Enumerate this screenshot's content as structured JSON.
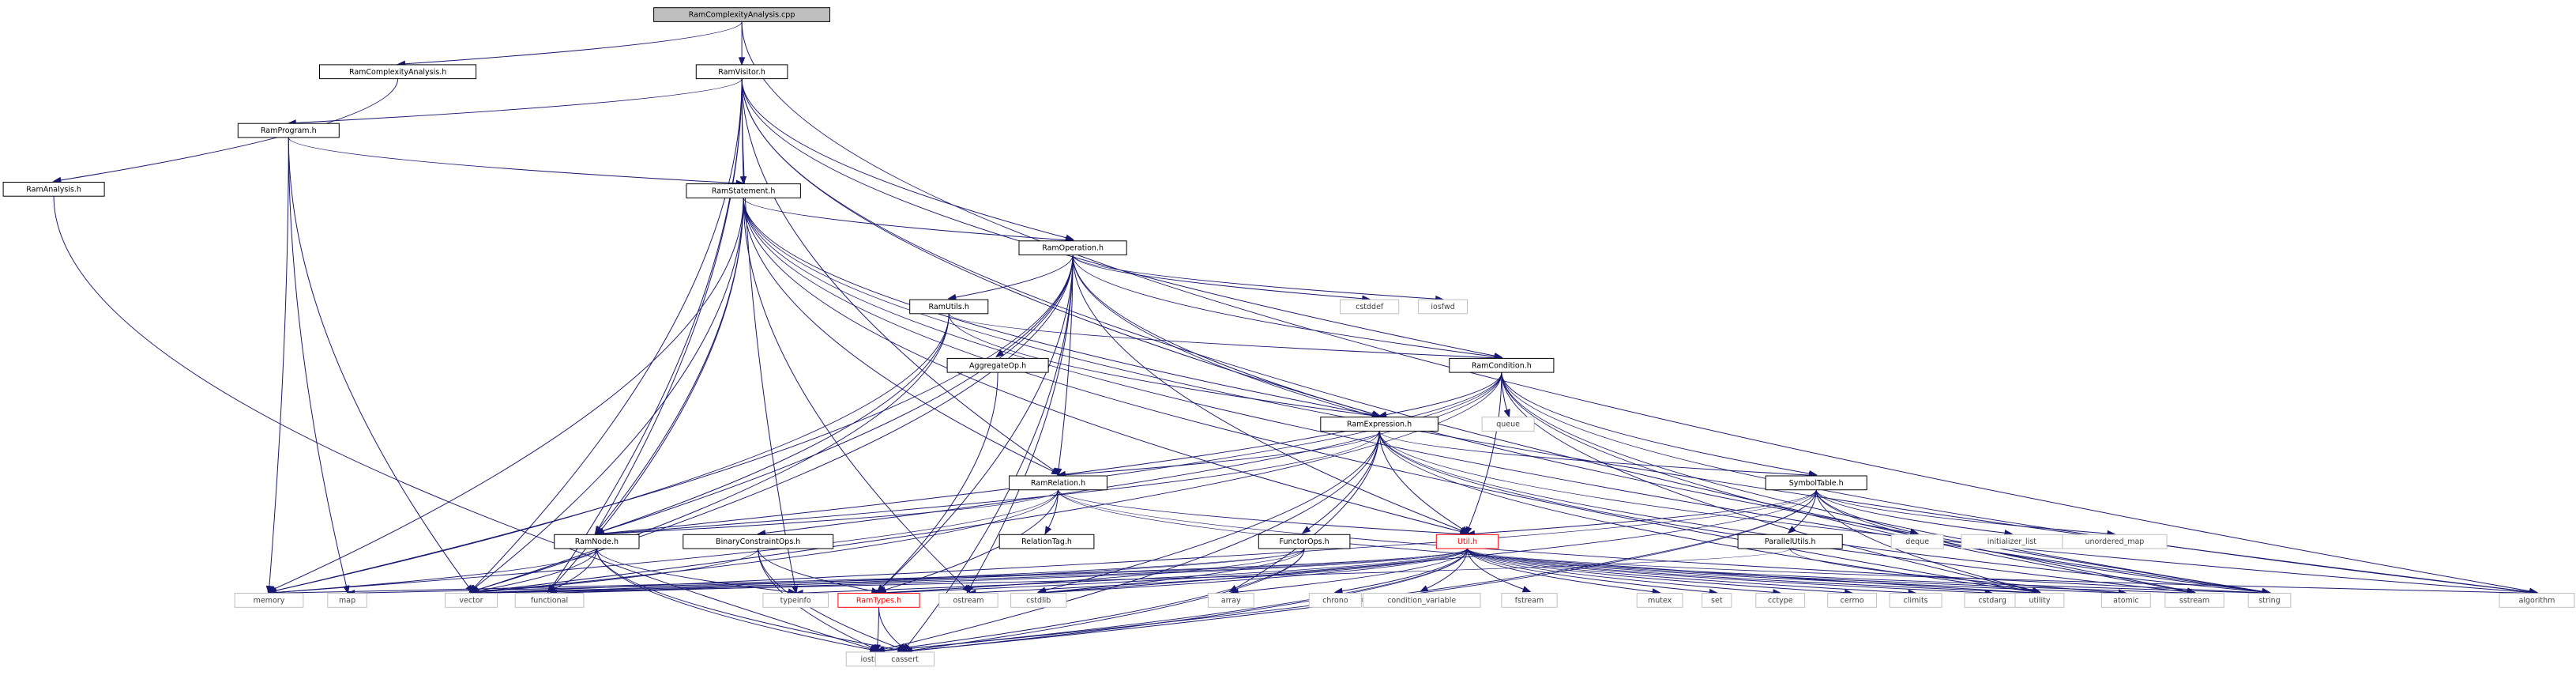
{
  "diagram": {
    "type": "include-dependency-graph",
    "colors": {
      "edge": "#191970",
      "root_fill": "#bfbfbf",
      "file_stroke": "#000000",
      "external_stroke": "#bfbfbf",
      "external_text": "#404040",
      "truncated_stroke": "#ff0000",
      "truncated_text": "#ff0000"
    },
    "nodes": [
      {
        "id": "RamComplexityAnalysis.cpp",
        "label": "RamComplexityAnalysis.cpp",
        "kind": "root"
      },
      {
        "id": "RamComplexityAnalysis.h",
        "label": "RamComplexityAnalysis.h",
        "kind": "file"
      },
      {
        "id": "RamVisitor.h",
        "label": "RamVisitor.h",
        "kind": "file"
      },
      {
        "id": "RamAnalysis.h",
        "label": "RamAnalysis.h",
        "kind": "file"
      },
      {
        "id": "RamProgram.h",
        "label": "RamProgram.h",
        "kind": "file"
      },
      {
        "id": "RamStatement.h",
        "label": "RamStatement.h",
        "kind": "file"
      },
      {
        "id": "RamOperation.h",
        "label": "RamOperation.h",
        "kind": "file"
      },
      {
        "id": "RamUtils.h",
        "label": "RamUtils.h",
        "kind": "file"
      },
      {
        "id": "cstddef",
        "label": "cstddef",
        "kind": "external"
      },
      {
        "id": "iosfwd",
        "label": "iosfwd",
        "kind": "external"
      },
      {
        "id": "AggregateOp.h",
        "label": "AggregateOp.h",
        "kind": "file"
      },
      {
        "id": "RamCondition.h",
        "label": "RamCondition.h",
        "kind": "file"
      },
      {
        "id": "queue",
        "label": "queue",
        "kind": "external"
      },
      {
        "id": "RamExpression.h",
        "label": "RamExpression.h",
        "kind": "file"
      },
      {
        "id": "RamRelation.h",
        "label": "RamRelation.h",
        "kind": "file"
      },
      {
        "id": "SymbolTable.h",
        "label": "SymbolTable.h",
        "kind": "file"
      },
      {
        "id": "RamNode.h",
        "label": "RamNode.h",
        "kind": "file"
      },
      {
        "id": "BinaryConstraintOps.h",
        "label": "BinaryConstraintOps.h",
        "kind": "file"
      },
      {
        "id": "RelationTag.h",
        "label": "RelationTag.h",
        "kind": "file"
      },
      {
        "id": "FunctorOps.h",
        "label": "FunctorOps.h",
        "kind": "file"
      },
      {
        "id": "Util.h",
        "label": "Util.h",
        "kind": "truncated"
      },
      {
        "id": "ParallelUtils.h",
        "label": "ParallelUtils.h",
        "kind": "file"
      },
      {
        "id": "deque",
        "label": "deque",
        "kind": "external"
      },
      {
        "id": "initializer_list",
        "label": "initializer_list",
        "kind": "external"
      },
      {
        "id": "unordered_map",
        "label": "unordered_map",
        "kind": "external"
      },
      {
        "id": "memory",
        "label": "memory",
        "kind": "external"
      },
      {
        "id": "map",
        "label": "map",
        "kind": "external"
      },
      {
        "id": "vector",
        "label": "vector",
        "kind": "external"
      },
      {
        "id": "functional",
        "label": "functional",
        "kind": "external"
      },
      {
        "id": "typeinfo",
        "label": "typeinfo",
        "kind": "external"
      },
      {
        "id": "RamTypes.h",
        "label": "RamTypes.h",
        "kind": "truncated"
      },
      {
        "id": "ostream",
        "label": "ostream",
        "kind": "external"
      },
      {
        "id": "cstdlib",
        "label": "cstdlib",
        "kind": "external"
      },
      {
        "id": "array",
        "label": "array",
        "kind": "external"
      },
      {
        "id": "chrono",
        "label": "chrono",
        "kind": "external"
      },
      {
        "id": "condition_variable",
        "label": "condition_variable",
        "kind": "external"
      },
      {
        "id": "fstream",
        "label": "fstream",
        "kind": "external"
      },
      {
        "id": "mutex",
        "label": "mutex",
        "kind": "external"
      },
      {
        "id": "set",
        "label": "set",
        "kind": "external"
      },
      {
        "id": "cctype",
        "label": "cctype",
        "kind": "external"
      },
      {
        "id": "cermo",
        "label": "cermo",
        "kind": "external"
      },
      {
        "id": "climits",
        "label": "climits",
        "kind": "external"
      },
      {
        "id": "cstdarg",
        "label": "cstdarg",
        "kind": "external"
      },
      {
        "id": "utility",
        "label": "utility",
        "kind": "external"
      },
      {
        "id": "atomic",
        "label": "atomic",
        "kind": "external"
      },
      {
        "id": "sstream",
        "label": "sstream",
        "kind": "external"
      },
      {
        "id": "string",
        "label": "string",
        "kind": "external"
      },
      {
        "id": "algorithm",
        "label": "algorithm",
        "kind": "external"
      },
      {
        "id": "iostream",
        "label": "iostream",
        "kind": "external"
      },
      {
        "id": "cassert",
        "label": "cassert",
        "kind": "external"
      }
    ],
    "edges": [
      [
        "RamComplexityAnalysis.cpp",
        "RamComplexityAnalysis.h"
      ],
      [
        "RamComplexityAnalysis.cpp",
        "RamVisitor.h"
      ],
      [
        "RamComplexityAnalysis.cpp",
        "algorithm"
      ],
      [
        "RamComplexityAnalysis.h",
        "RamAnalysis.h"
      ],
      [
        "RamAnalysis.h",
        "iostream"
      ],
      [
        "RamVisitor.h",
        "RamProgram.h"
      ],
      [
        "RamVisitor.h",
        "RamStatement.h"
      ],
      [
        "RamVisitor.h",
        "RamOperation.h"
      ],
      [
        "RamVisitor.h",
        "RamCondition.h"
      ],
      [
        "RamVisitor.h",
        "RamExpression.h"
      ],
      [
        "RamVisitor.h",
        "RamRelation.h"
      ],
      [
        "RamVisitor.h",
        "RamNode.h"
      ],
      [
        "RamVisitor.h",
        "vector"
      ],
      [
        "RamVisitor.h",
        "functional"
      ],
      [
        "RamVisitor.h",
        "typeinfo"
      ],
      [
        "RamVisitor.h",
        "sstream"
      ],
      [
        "RamProgram.h",
        "RamStatement.h"
      ],
      [
        "RamProgram.h",
        "memory"
      ],
      [
        "RamProgram.h",
        "map"
      ],
      [
        "RamProgram.h",
        "vector"
      ],
      [
        "RamStatement.h",
        "RamOperation.h"
      ],
      [
        "RamStatement.h",
        "RamExpression.h"
      ],
      [
        "RamStatement.h",
        "RamRelation.h"
      ],
      [
        "RamStatement.h",
        "RamNode.h"
      ],
      [
        "RamStatement.h",
        "Util.h"
      ],
      [
        "RamStatement.h",
        "memory"
      ],
      [
        "RamStatement.h",
        "vector"
      ],
      [
        "RamStatement.h",
        "functional"
      ],
      [
        "RamStatement.h",
        "ostream"
      ],
      [
        "RamStatement.h",
        "string"
      ],
      [
        "RamStatement.h",
        "algorithm"
      ],
      [
        "RamStatement.h",
        "utility"
      ],
      [
        "RamOperation.h",
        "RamUtils.h"
      ],
      [
        "RamOperation.h",
        "AggregateOp.h"
      ],
      [
        "RamOperation.h",
        "RamCondition.h"
      ],
      [
        "RamOperation.h",
        "RamExpression.h"
      ],
      [
        "RamOperation.h",
        "RamRelation.h"
      ],
      [
        "RamOperation.h",
        "RamNode.h"
      ],
      [
        "RamOperation.h",
        "RamTypes.h"
      ],
      [
        "RamOperation.h",
        "Util.h"
      ],
      [
        "RamOperation.h",
        "cstddef"
      ],
      [
        "RamOperation.h",
        "iosfwd"
      ],
      [
        "RamOperation.h",
        "memory"
      ],
      [
        "RamOperation.h",
        "vector"
      ],
      [
        "RamOperation.h",
        "ostream"
      ],
      [
        "RamOperation.h",
        "string"
      ],
      [
        "RamOperation.h",
        "cassert"
      ],
      [
        "RamUtils.h",
        "RamCondition.h"
      ],
      [
        "RamUtils.h",
        "RamExpression.h"
      ],
      [
        "RamUtils.h",
        "RamNode.h"
      ],
      [
        "RamUtils.h",
        "memory"
      ],
      [
        "RamUtils.h",
        "vector"
      ],
      [
        "AggregateOp.h",
        "RamTypes.h"
      ],
      [
        "RamCondition.h",
        "RamExpression.h"
      ],
      [
        "RamCondition.h",
        "RamRelation.h"
      ],
      [
        "RamCondition.h",
        "SymbolTable.h"
      ],
      [
        "RamCondition.h",
        "BinaryConstraintOps.h"
      ],
      [
        "RamCondition.h",
        "RamNode.h"
      ],
      [
        "RamCondition.h",
        "Util.h"
      ],
      [
        "RamCondition.h",
        "queue"
      ],
      [
        "RamCondition.h",
        "vector"
      ],
      [
        "RamCondition.h",
        "sstream"
      ],
      [
        "RamCondition.h",
        "string"
      ],
      [
        "RamCondition.h",
        "algorithm"
      ],
      [
        "RamCondition.h",
        "utility"
      ],
      [
        "RamExpression.h",
        "RamRelation.h"
      ],
      [
        "RamExpression.h",
        "SymbolTable.h"
      ],
      [
        "RamExpression.h",
        "FunctorOps.h"
      ],
      [
        "RamExpression.h",
        "RamNode.h"
      ],
      [
        "RamExpression.h",
        "Util.h"
      ],
      [
        "RamExpression.h",
        "array"
      ],
      [
        "RamExpression.h",
        "cstdlib"
      ],
      [
        "RamExpression.h",
        "iostream"
      ],
      [
        "RamExpression.h",
        "string"
      ],
      [
        "RamExpression.h",
        "sstream"
      ],
      [
        "RamExpression.h",
        "algorithm"
      ],
      [
        "RamExpression.h",
        "utility"
      ],
      [
        "RamRelation.h",
        "RelationTag.h"
      ],
      [
        "RamRelation.h",
        "RamNode.h"
      ],
      [
        "RamRelation.h",
        "Util.h"
      ],
      [
        "RamRelation.h",
        "RamTypes.h"
      ],
      [
        "RamRelation.h",
        "vector"
      ],
      [
        "RamRelation.h",
        "memory"
      ],
      [
        "RamRelation.h",
        "string"
      ],
      [
        "RamRelation.h",
        "utility"
      ],
      [
        "SymbolTable.h",
        "ParallelUtils.h"
      ],
      [
        "SymbolTable.h",
        "Util.h"
      ],
      [
        "SymbolTable.h",
        "deque"
      ],
      [
        "SymbolTable.h",
        "initializer_list"
      ],
      [
        "SymbolTable.h",
        "unordered_map"
      ],
      [
        "SymbolTable.h",
        "iostream"
      ],
      [
        "SymbolTable.h",
        "string"
      ],
      [
        "SymbolTable.h",
        "cstdlib"
      ],
      [
        "SymbolTable.h",
        "cassert"
      ],
      [
        "SymbolTable.h",
        "vector"
      ],
      [
        "SymbolTable.h",
        "utility"
      ],
      [
        "RamNode.h",
        "memory"
      ],
      [
        "RamNode.h",
        "vector"
      ],
      [
        "RamNode.h",
        "functional"
      ],
      [
        "RamNode.h",
        "typeinfo"
      ],
      [
        "RamNode.h",
        "iostream"
      ],
      [
        "RamNode.h",
        "cassert"
      ],
      [
        "BinaryConstraintOps.h",
        "RamTypes.h"
      ],
      [
        "BinaryConstraintOps.h",
        "vector"
      ],
      [
        "BinaryConstraintOps.h",
        "iostream"
      ],
      [
        "BinaryConstraintOps.h",
        "cassert"
      ],
      [
        "FunctorOps.h",
        "RamTypes.h"
      ],
      [
        "FunctorOps.h",
        "cstdlib"
      ],
      [
        "FunctorOps.h",
        "vector"
      ],
      [
        "FunctorOps.h",
        "cassert"
      ],
      [
        "FunctorOps.h",
        "functional"
      ],
      [
        "FunctorOps.h",
        "iostream"
      ],
      [
        "Util.h",
        "RamTypes.h"
      ],
      [
        "Util.h",
        "memory"
      ],
      [
        "Util.h",
        "map"
      ],
      [
        "Util.h",
        "vector"
      ],
      [
        "Util.h",
        "functional"
      ],
      [
        "Util.h",
        "typeinfo"
      ],
      [
        "Util.h",
        "ostream"
      ],
      [
        "Util.h",
        "cstdlib"
      ],
      [
        "Util.h",
        "array"
      ],
      [
        "Util.h",
        "chrono"
      ],
      [
        "Util.h",
        "condition_variable"
      ],
      [
        "Util.h",
        "fstream"
      ],
      [
        "Util.h",
        "mutex"
      ],
      [
        "Util.h",
        "set"
      ],
      [
        "Util.h",
        "cctype"
      ],
      [
        "Util.h",
        "cermo"
      ],
      [
        "Util.h",
        "climits"
      ],
      [
        "Util.h",
        "cstdarg"
      ],
      [
        "Util.h",
        "utility"
      ],
      [
        "Util.h",
        "atomic"
      ],
      [
        "Util.h",
        "sstream"
      ],
      [
        "Util.h",
        "string"
      ],
      [
        "Util.h",
        "algorithm"
      ],
      [
        "Util.h",
        "iostream"
      ],
      [
        "Util.h",
        "cassert"
      ],
      [
        "ParallelUtils.h",
        "atomic"
      ],
      [
        "ParallelUtils.h",
        "vector"
      ],
      [
        "RamTypes.h",
        "iostream"
      ],
      [
        "RamTypes.h",
        "cassert"
      ]
    ]
  }
}
